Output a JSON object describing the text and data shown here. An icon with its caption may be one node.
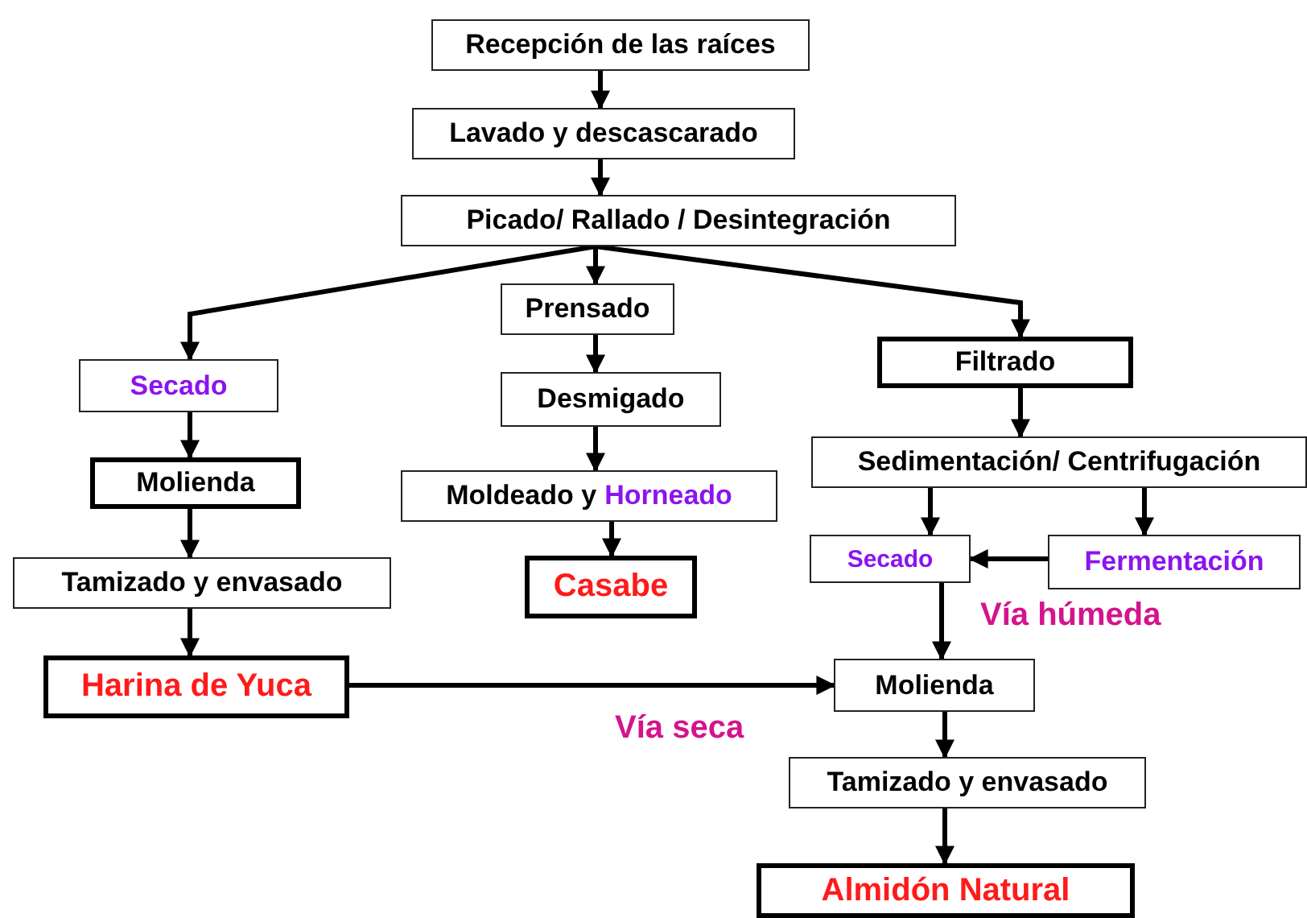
{
  "diagram": {
    "nodes": [
      {
        "text": [
          "Recepción de las raíces"
        ]
      },
      {
        "text": [
          "Lavado y descascarado"
        ]
      },
      {
        "text": [
          "Picado/ Rallado / Desintegración"
        ]
      },
      {
        "text": [
          "Secado"
        ]
      },
      {
        "text": [
          "Prensado"
        ]
      },
      {
        "text": [
          "Filtrado"
        ]
      },
      {
        "text": [
          "Desmigado"
        ]
      },
      {
        "text": [
          "Molienda"
        ]
      },
      {
        "text": [
          "Sedimentación/ Centrifugación"
        ]
      },
      {
        "text": [
          "Moldeado y",
          "Horneado"
        ]
      },
      {
        "text": [
          "Tamizado y envasado"
        ]
      },
      {
        "text": [
          "Casabe"
        ]
      },
      {
        "text": [
          "Secado"
        ]
      },
      {
        "text": [
          "Fermentación"
        ]
      },
      {
        "text": [
          "Harina de Yuca"
        ]
      },
      {
        "text": [
          "Molienda"
        ]
      },
      {
        "text": [
          "Tamizado y envasado"
        ]
      },
      {
        "text": [
          "Almidón Natural"
        ]
      }
    ],
    "edges": [
      {
        "from": 0,
        "to": 1,
        "arrow": "to"
      },
      {
        "from": 1,
        "to": 2,
        "arrow": "to"
      },
      {
        "from": 2,
        "to": 3,
        "arrow": "to"
      },
      {
        "from": 2,
        "to": 4,
        "arrow": "to"
      },
      {
        "from": 2,
        "to": 5,
        "arrow": "to"
      },
      {
        "from": 4,
        "to": 6,
        "arrow": "to"
      },
      {
        "from": 6,
        "to": 9,
        "arrow": "to"
      },
      {
        "from": 9,
        "to": 11,
        "arrow": "to"
      },
      {
        "from": 3,
        "to": 7,
        "arrow": "to"
      },
      {
        "from": 7,
        "to": 10,
        "arrow": "to"
      },
      {
        "from": 10,
        "to": 14,
        "arrow": "to"
      },
      {
        "from": 5,
        "to": 8,
        "arrow": "to"
      },
      {
        "from": 8,
        "to": 12,
        "arrow": "to"
      },
      {
        "from": 8,
        "to": 13,
        "arrow": "to"
      },
      {
        "from": 13,
        "to": 12,
        "arrow": "to"
      },
      {
        "from": 12,
        "to": 15,
        "arrow": "to"
      },
      {
        "from": 14,
        "to": 15,
        "arrow": "to"
      },
      {
        "from": 15,
        "to": 16,
        "arrow": "to"
      },
      {
        "from": 16,
        "to": 17,
        "arrow": "to"
      }
    ],
    "labels": [
      "Vía húmeda",
      "Vía seca"
    ]
  }
}
